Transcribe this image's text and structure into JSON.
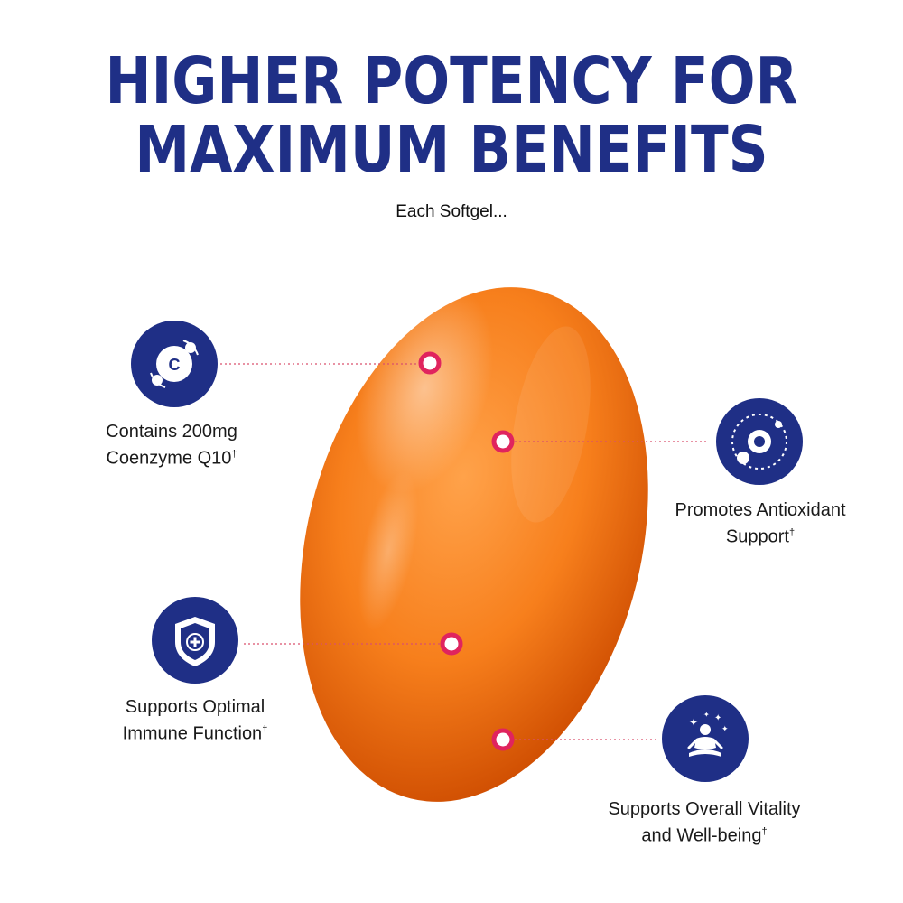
{
  "headline": {
    "line1": "HIGHER POTENCY FOR",
    "line2": "MAXIMUM BENEFITS"
  },
  "subhead": "Each Softgel...",
  "colors": {
    "navy": "#1f2f86",
    "pin": "#e0245e",
    "capsule_light": "#ffa24a",
    "capsule_dark": "#e85a06"
  },
  "features": [
    {
      "icon": "coq10-molecule-icon",
      "line1": "Contains 200mg",
      "line2": "Coenzyme Q10",
      "mark": "†"
    },
    {
      "icon": "antioxidant-orbit-icon",
      "line1": "Promotes Antioxidant",
      "line2": "Support",
      "mark": "†"
    },
    {
      "icon": "immune-shield-icon",
      "line1": "Supports Optimal",
      "line2": "Immune Function",
      "mark": "†"
    },
    {
      "icon": "meditation-vitality-icon",
      "line1": "Supports Overall Vitality",
      "line2": "and Well-being",
      "mark": "†"
    }
  ]
}
